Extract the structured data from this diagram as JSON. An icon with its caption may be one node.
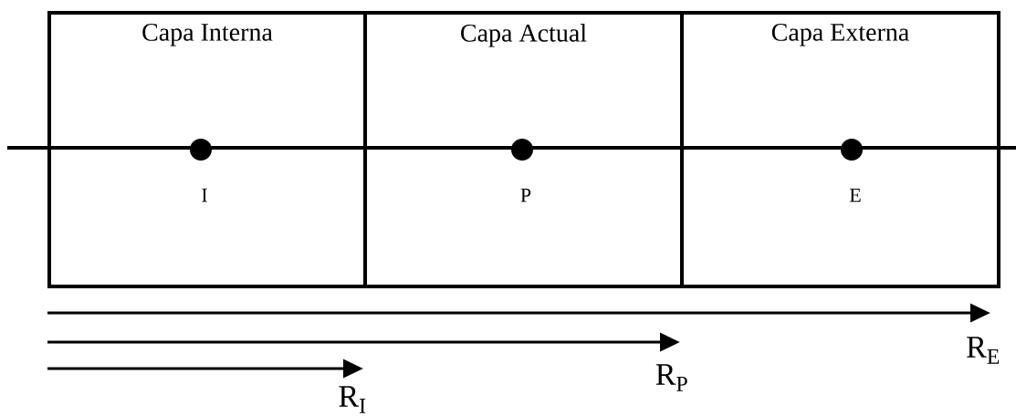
{
  "diagram": {
    "nodes": [
      {
        "text": [
          "Capa Interna"
        ]
      },
      {
        "text": [
          "Capa Actual"
        ]
      },
      {
        "text": [
          "Capa Externa"
        ]
      },
      {
        "text": [],
        "shape": "circle",
        "in": 0,
        "beside": [
          "I"
        ]
      },
      {
        "text": [],
        "shape": "circle",
        "in": 1,
        "beside": [
          "P"
        ]
      },
      {
        "text": [],
        "shape": "circle",
        "in": 2,
        "beside": [
          "E"
        ]
      },
      {
        "text": [
          "R$_{E}$"
        ]
      },
      {
        "text": [
          "R$_{P}$"
        ]
      },
      {
        "text": [
          "R$_{I}$"
        ]
      }
    ],
    "edges": [
      {
        "from": null,
        "to": 6,
        "arrow": "to"
      },
      {
        "from": null,
        "to": 7,
        "arrow": "to"
      },
      {
        "from": null,
        "to": 8,
        "arrow": "to"
      }
    ]
  }
}
